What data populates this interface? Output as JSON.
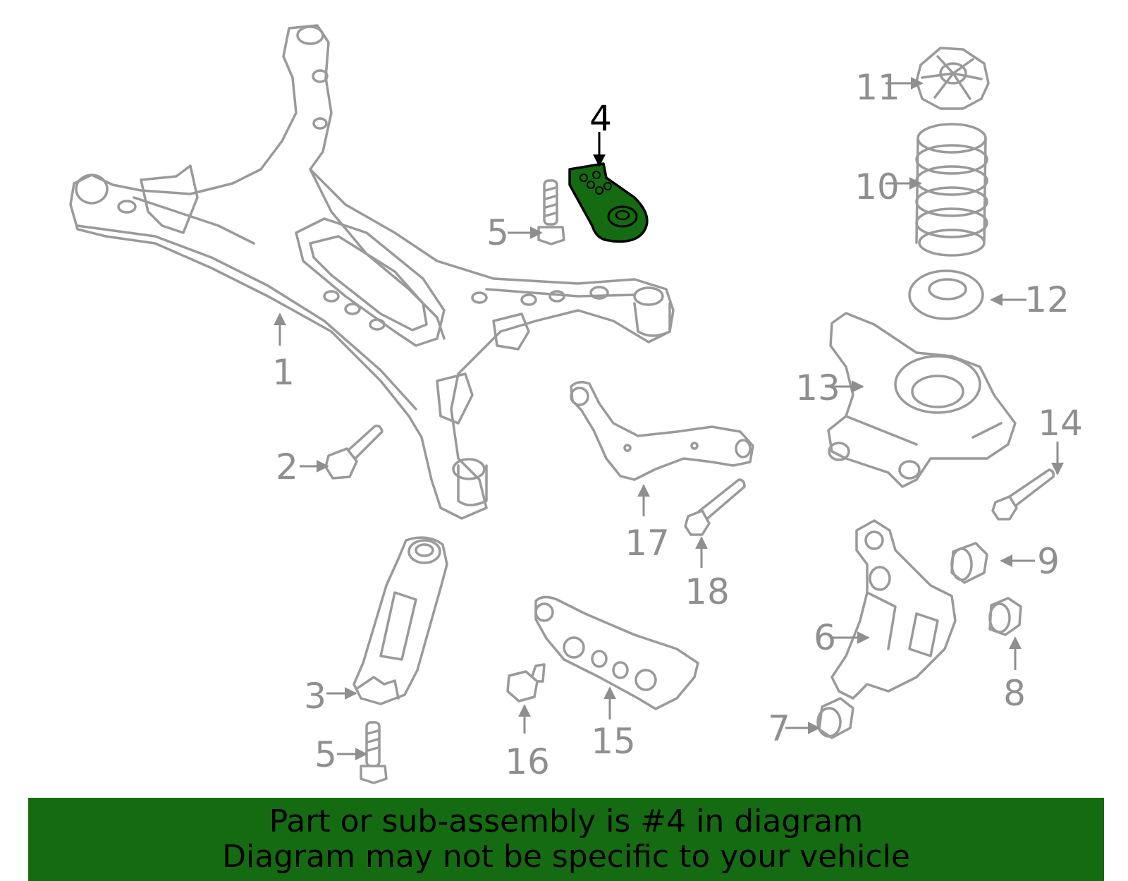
{
  "colors": {
    "line": "#9a9a9a",
    "label_gray": "#8f8f8f",
    "highlight": "#156b12",
    "highlight_label": "#000000",
    "banner_bg": "#156b12"
  },
  "highlighted_part": "4",
  "callouts": [
    {
      "id": "1",
      "text": "1"
    },
    {
      "id": "2",
      "text": "2"
    },
    {
      "id": "3",
      "text": "3"
    },
    {
      "id": "4",
      "text": "4"
    },
    {
      "id": "5a",
      "text": "5"
    },
    {
      "id": "5b",
      "text": "5"
    },
    {
      "id": "6",
      "text": "6"
    },
    {
      "id": "7",
      "text": "7"
    },
    {
      "id": "8",
      "text": "8"
    },
    {
      "id": "9",
      "text": "9"
    },
    {
      "id": "10",
      "text": "10"
    },
    {
      "id": "11",
      "text": "11"
    },
    {
      "id": "12",
      "text": "12"
    },
    {
      "id": "13",
      "text": "13"
    },
    {
      "id": "14",
      "text": "14"
    },
    {
      "id": "15",
      "text": "15"
    },
    {
      "id": "16",
      "text": "16"
    },
    {
      "id": "17",
      "text": "17"
    },
    {
      "id": "18",
      "text": "18"
    }
  ],
  "banner": {
    "line1": "Part or sub-assembly is #4 in diagram",
    "line2": "Diagram may not be specific to your vehicle"
  }
}
